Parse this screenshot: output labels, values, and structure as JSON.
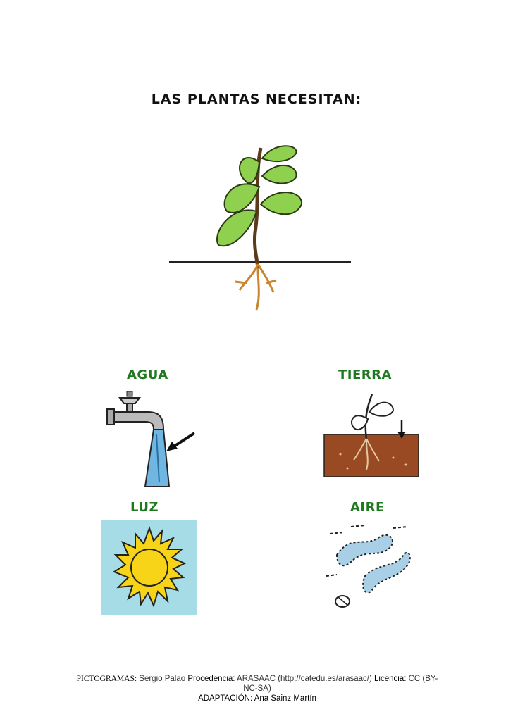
{
  "title": "LAS PLANTAS NECESITAN:",
  "items": [
    {
      "label": "AGUA",
      "icon": "water-tap-icon"
    },
    {
      "label": "TIERRA",
      "icon": "soil-icon"
    },
    {
      "label": "LUZ",
      "icon": "sun-icon"
    },
    {
      "label": "AIRE",
      "icon": "wind-icon"
    }
  ],
  "colors": {
    "label_green": "#1f7a1f",
    "leaf_green": "#8fd14f",
    "soil_brown": "#9a4a22",
    "water_blue": "#6fb6e3",
    "sun_yellow": "#f7d417",
    "sky_blue": "#a6dce6"
  },
  "footer": {
    "pictogramas_label": "PICTOGRAMAS:",
    "pictogramas_value": "Sergio Palao",
    "procedencia_label": "Procedencia:",
    "procedencia_value": "ARASAAC (http://catedu.es/arasaac/)",
    "licencia_label": "Licencia:",
    "licencia_value": "CC (BY-NC-SA)",
    "adaptacion": "ADAPTACIÓN: Ana Sainz Martín"
  }
}
